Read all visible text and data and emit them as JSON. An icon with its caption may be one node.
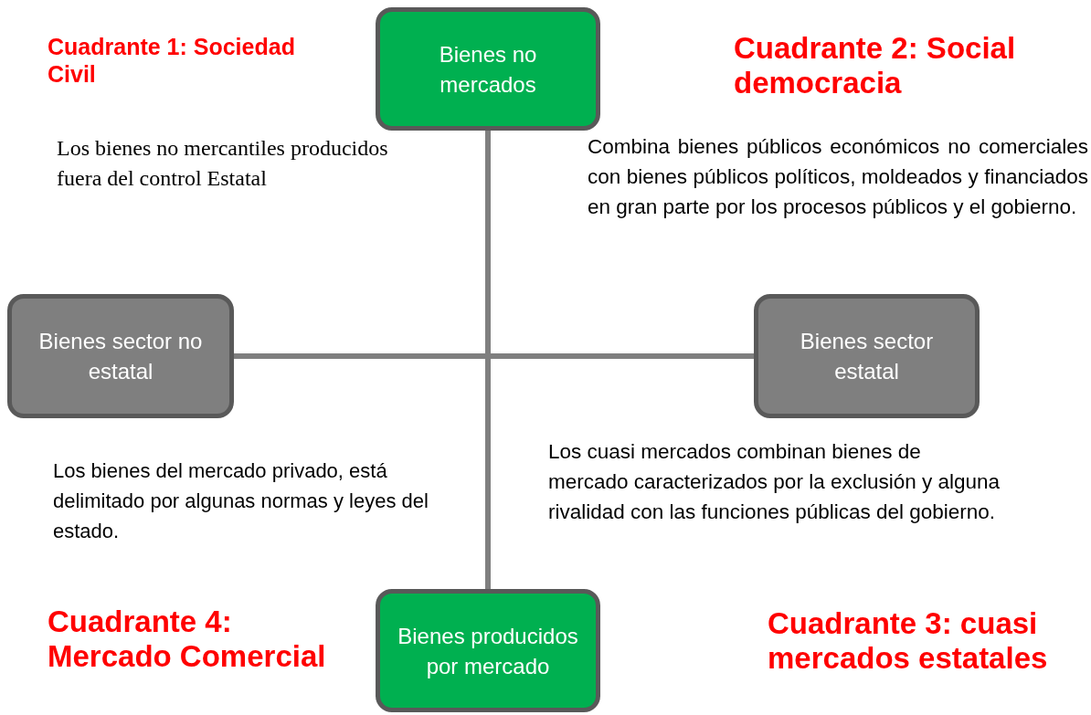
{
  "diagram": {
    "nodes": [
      {
        "text": [
          "Bienes no mercados"
        ]
      },
      {
        "text": [
          "Bienes sector no estatal"
        ]
      },
      {
        "text": [
          "Bienes sector estatal"
        ]
      },
      {
        "text": [
          "Bienes producidos por mercado"
        ]
      }
    ],
    "edges": [
      {
        "from": 0,
        "to": 3,
        "arrow": "none"
      },
      {
        "from": 1,
        "to": 2,
        "arrow": "none"
      }
    ],
    "labels": [
      "Cuadrante 1: Sociedad Civil",
      "Cuadrante 2: Social democracia",
      "Los bienes no mercantiles producidos fuera del control Estatal",
      "Combina bienes públicos económicos no comerciales con bienes públicos políticos, moldeados y financiados en gran parte por los procesos públicos y el gobierno.",
      "Los cuasi mercados combinan bienes de mercado caracterizados por la exclusión y alguna rivalidad con las funciones públicas del gobierno.",
      "Los bienes del mercado privado, está delimitado por algunas normas y leyes del estado.",
      "Cuadrante 4: Mercado Comercial",
      "Cuadrante 3: cuasi mercados estatales"
    ]
  }
}
